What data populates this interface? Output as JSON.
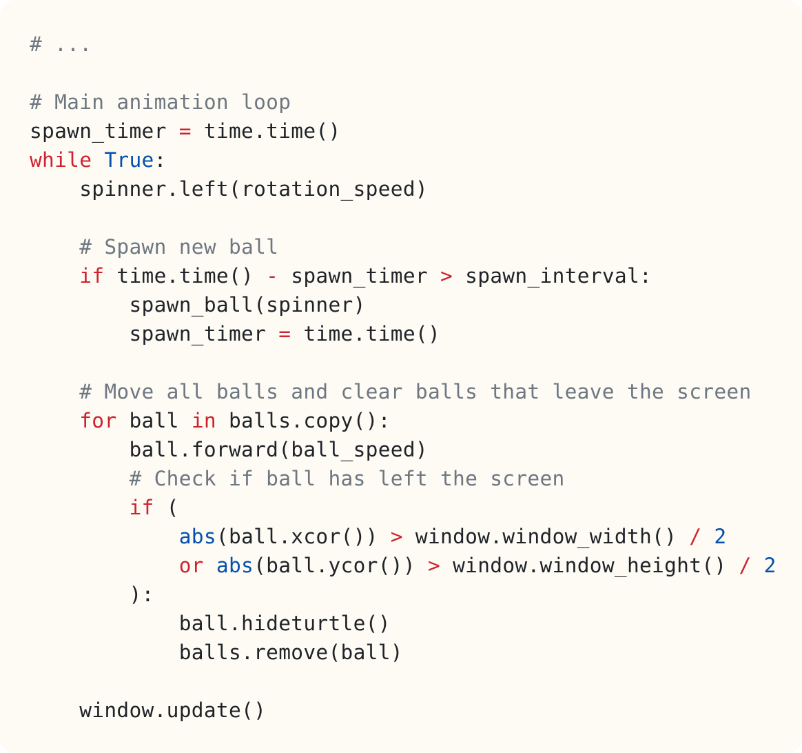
{
  "code_block": {
    "language": "python",
    "colors": {
      "background": "#fdfbf4",
      "text": "#1f2328",
      "comment": "#6e7781",
      "keyword": "#cf222e",
      "builtin": "#0550ae"
    },
    "lines": [
      [
        {
          "t": "cm",
          "v": "# ..."
        }
      ],
      [],
      [
        {
          "t": "cm",
          "v": "# Main animation loop"
        }
      ],
      [
        {
          "t": "",
          "v": "spawn_timer "
        },
        {
          "t": "op",
          "v": "="
        },
        {
          "t": "",
          "v": " time.time()"
        }
      ],
      [
        {
          "t": "kw",
          "v": "while"
        },
        {
          "t": "",
          "v": " "
        },
        {
          "t": "bi",
          "v": "True"
        },
        {
          "t": "",
          "v": ":"
        }
      ],
      [
        {
          "t": "",
          "v": "    spinner.left(rotation_speed)"
        }
      ],
      [],
      [
        {
          "t": "",
          "v": "    "
        },
        {
          "t": "cm",
          "v": "# Spawn new ball"
        }
      ],
      [
        {
          "t": "",
          "v": "    "
        },
        {
          "t": "kw",
          "v": "if"
        },
        {
          "t": "",
          "v": " time.time() "
        },
        {
          "t": "op",
          "v": "-"
        },
        {
          "t": "",
          "v": " spawn_timer "
        },
        {
          "t": "op",
          "v": ">"
        },
        {
          "t": "",
          "v": " spawn_interval:"
        }
      ],
      [
        {
          "t": "",
          "v": "        spawn_ball(spinner)"
        }
      ],
      [
        {
          "t": "",
          "v": "        spawn_timer "
        },
        {
          "t": "op",
          "v": "="
        },
        {
          "t": "",
          "v": " time.time()"
        }
      ],
      [],
      [
        {
          "t": "",
          "v": "    "
        },
        {
          "t": "cm",
          "v": "# Move all balls and clear balls that leave the screen"
        }
      ],
      [
        {
          "t": "",
          "v": "    "
        },
        {
          "t": "kw",
          "v": "for"
        },
        {
          "t": "",
          "v": " ball "
        },
        {
          "t": "kw",
          "v": "in"
        },
        {
          "t": "",
          "v": " balls.copy():"
        }
      ],
      [
        {
          "t": "",
          "v": "        ball.forward(ball_speed)"
        }
      ],
      [
        {
          "t": "",
          "v": "        "
        },
        {
          "t": "cm",
          "v": "# Check if ball has left the screen"
        }
      ],
      [
        {
          "t": "",
          "v": "        "
        },
        {
          "t": "kw",
          "v": "if"
        },
        {
          "t": "",
          "v": " ("
        }
      ],
      [
        {
          "t": "",
          "v": "            "
        },
        {
          "t": "bi",
          "v": "abs"
        },
        {
          "t": "",
          "v": "(ball.xcor()) "
        },
        {
          "t": "op",
          "v": ">"
        },
        {
          "t": "",
          "v": " window.window_width() "
        },
        {
          "t": "op",
          "v": "/"
        },
        {
          "t": "",
          "v": " "
        },
        {
          "t": "num",
          "v": "2"
        }
      ],
      [
        {
          "t": "",
          "v": "            "
        },
        {
          "t": "kw",
          "v": "or"
        },
        {
          "t": "",
          "v": " "
        },
        {
          "t": "bi",
          "v": "abs"
        },
        {
          "t": "",
          "v": "(ball.ycor()) "
        },
        {
          "t": "op",
          "v": ">"
        },
        {
          "t": "",
          "v": " window.window_height() "
        },
        {
          "t": "op",
          "v": "/"
        },
        {
          "t": "",
          "v": " "
        },
        {
          "t": "num",
          "v": "2"
        }
      ],
      [
        {
          "t": "",
          "v": "        ):"
        }
      ],
      [
        {
          "t": "",
          "v": "            ball.hideturtle()"
        }
      ],
      [
        {
          "t": "",
          "v": "            balls.remove(ball)"
        }
      ],
      [],
      [
        {
          "t": "",
          "v": "    window.update()"
        }
      ]
    ]
  }
}
